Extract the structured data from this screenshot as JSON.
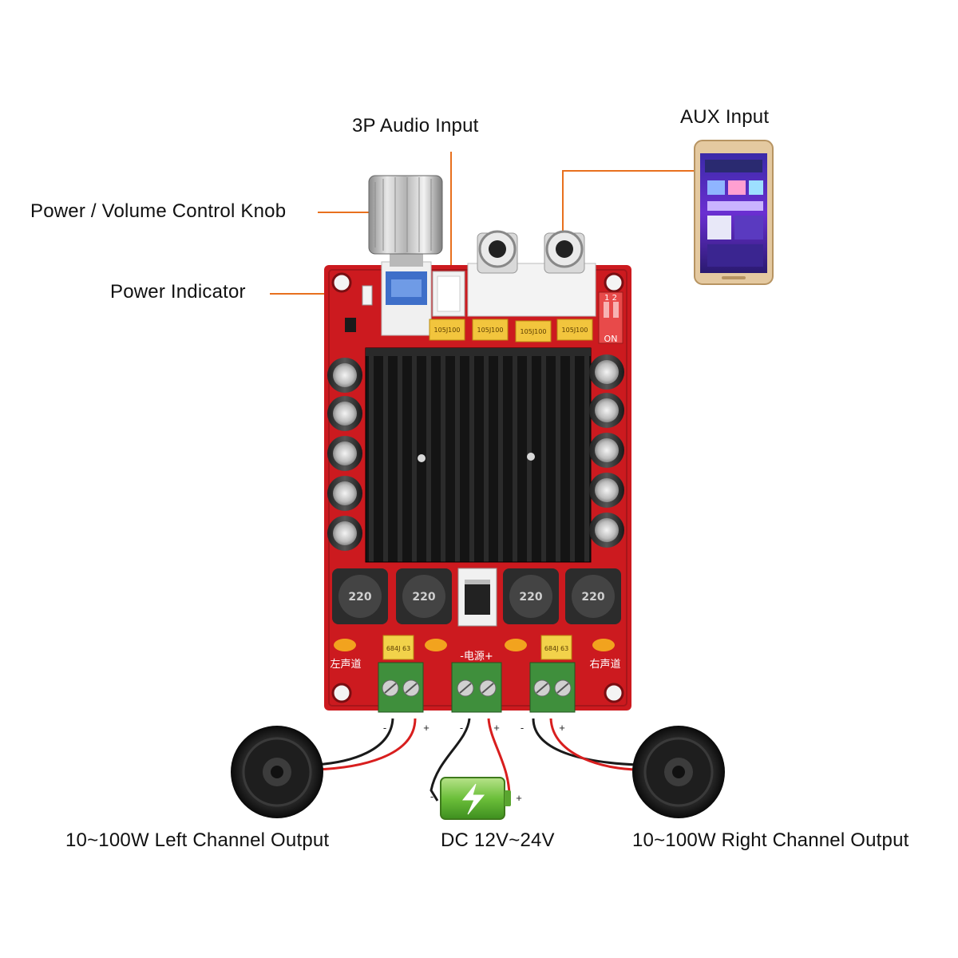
{
  "labels": {
    "audio_input_3p": "3P Audio Input",
    "aux_input": "AUX Input",
    "volume_knob": "Power / Volume Control Knob",
    "power_indicator": "Power Indicator",
    "left_output": "10~100W Left Channel Output",
    "power_supply": "DC 12V~24V",
    "right_output": "10~100W Right Channel Output"
  },
  "board": {
    "capacitor_marking": "105J100",
    "inductor_marking": "220",
    "small_cap_marking": "684J 63",
    "left_channel_silk": "左声道",
    "right_channel_silk": "右声道",
    "power_silk": "-电源+",
    "dip_switch_on": "ON",
    "dip_switch_numbers": "1 2"
  },
  "polarity": {
    "minus": "-",
    "plus": "+"
  },
  "colors": {
    "pcb": "#cc1a1f",
    "leader_line": "#e8701e",
    "heatsink": "#141414",
    "terminal_block": "#3f8f3c",
    "battery": "#7ac943",
    "wire_red": "#d81e1e",
    "wire_black": "#1a1a1a"
  }
}
